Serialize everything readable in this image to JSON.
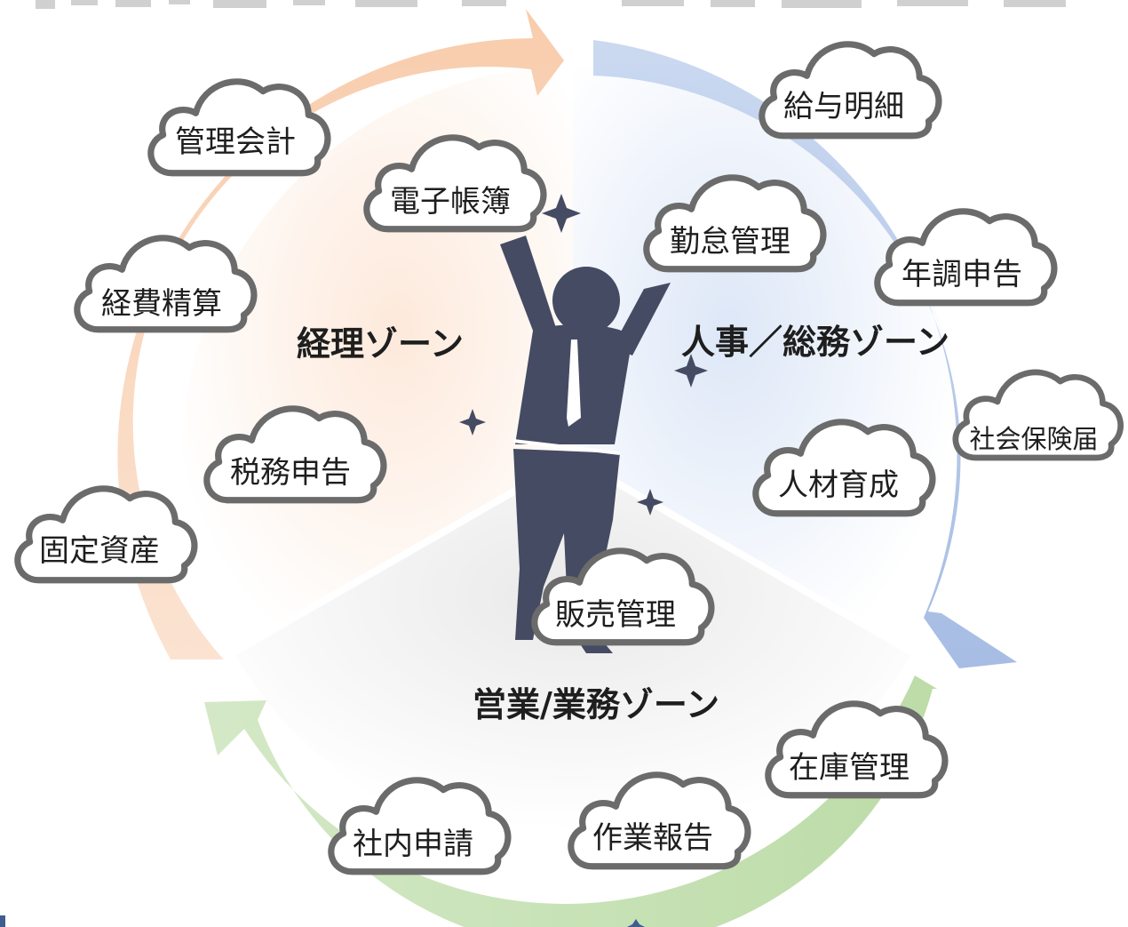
{
  "colors": {
    "accounting_arc": "#f4b183",
    "hr_arc": "#8faadc",
    "sales_arc": "#a9d18e",
    "figure": "#454b63",
    "cloud_outline": "#6b6b6b"
  },
  "zones": {
    "accounting": "経理ゾーン",
    "hr": "人事／総務ゾーン",
    "sales": "営業/業務ゾーン"
  },
  "clouds": {
    "management_accounting": "管理会計",
    "expense_settlement": "経費精算",
    "tax_filing": "税務申告",
    "fixed_assets": "固定資産",
    "electronic_books": "電子帳簿",
    "attendance_management": "勤怠管理",
    "payslip": "給与明細",
    "year_end_adjustment": "年調申告",
    "social_insurance": "社会保険届",
    "talent_development": "人材育成",
    "sales_management": "販売管理",
    "inventory_management": "在庫管理",
    "work_report": "作業報告",
    "internal_request": "社内申請"
  }
}
